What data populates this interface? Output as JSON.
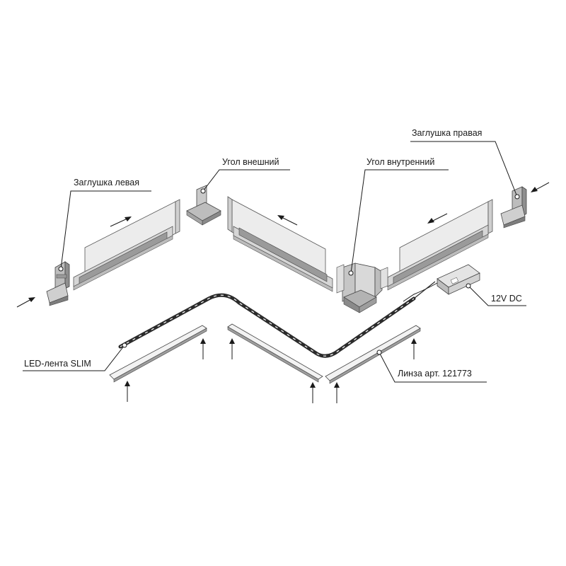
{
  "labels": {
    "end_cap_left": "Заглушка левая",
    "outer_corner": "Угол внешний",
    "inner_corner": "Угол внутренний",
    "end_cap_right": "Заглушка правая",
    "power_supply": "12V DC",
    "led_strip": "LED-лента SLIM",
    "lens": "Линза арт. 121773"
  },
  "colors": {
    "profile_face": "#ececec",
    "profile_shade": "#cfcfcf",
    "profile_dark": "#9a9a9a",
    "led_strip": "#2b2b2b",
    "lens_fill": "#f2f2f2",
    "line": "#1a1a1a"
  }
}
